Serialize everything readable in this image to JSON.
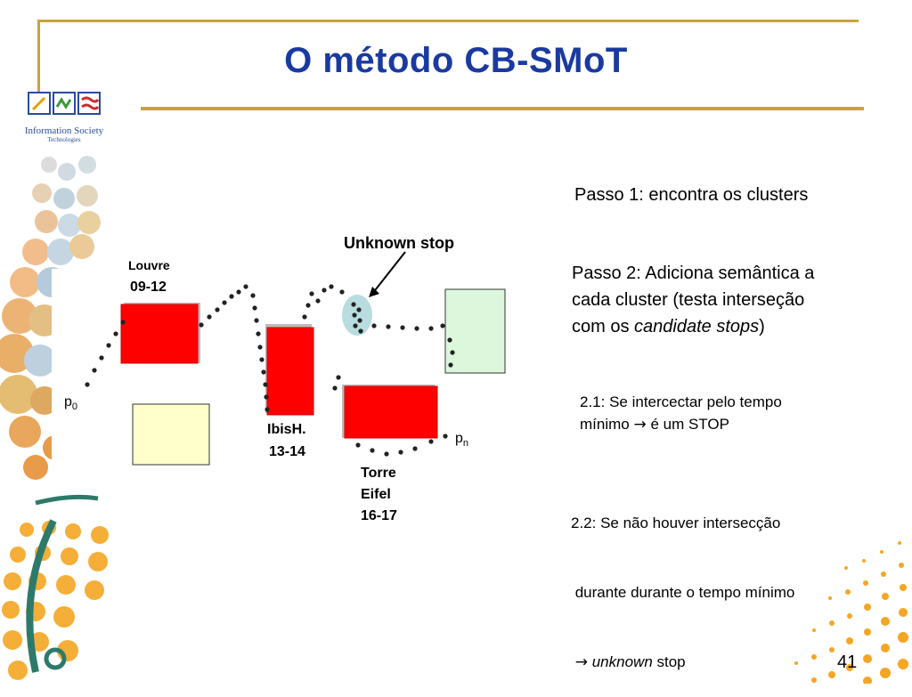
{
  "slide": {
    "title": "O método CB-SMoT",
    "page_number": "41",
    "logo_text_line1": "Information Society",
    "logo_text_line2": "Technologies"
  },
  "diagram": {
    "unknown_stop_label": "Unknown stop",
    "louvre_name": "Louvre",
    "louvre_time": "09-12",
    "ibis_name": "IbisH.",
    "ibis_time": "13-14",
    "torre_line1": "Torre",
    "torre_line2": "Eifel",
    "torre_time": "16-17",
    "p0_base": "p",
    "p0_sub": "0",
    "pn_base": "p",
    "pn_sub": "n"
  },
  "steps": {
    "step1": "Passo  1: encontra os clusters",
    "step2_line1": "Passo 2: Adiciona semântica a",
    "step2_line2": "cada cluster (testa interseção",
    "step2_line3_pre": "com os ",
    "step2_line3_em": "candidate stops",
    "step2_line3_post": ")",
    "step21_line1": "2.1: Se intercectar pelo tempo",
    "step21_line2_pre": "mínimo ",
    "step21_line2_post": " é um STOP",
    "step22_line1": "2.2: Se não houver intersecção",
    "step22_line2": " durante durante o tempo mínimo",
    "step22_line3_em": "unknown",
    "step22_line3_post": " stop",
    "arrow": "→"
  },
  "colors": {
    "title": "#1a3aa0",
    "rule": "#c8a43a",
    "stop_red": "#ff0000",
    "candidate_yellow": "#ffffcc",
    "candidate_green": "#ddf7dd",
    "unknown_blob": "#b8dce0"
  }
}
